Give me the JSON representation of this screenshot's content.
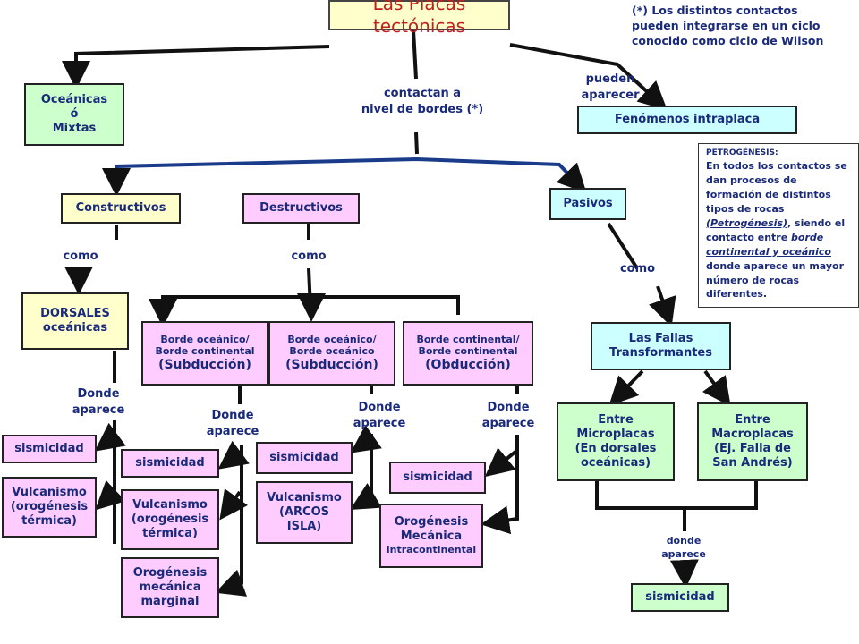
{
  "title": "Las Placas tectónicas",
  "note": [
    "(*) Los distintos contactos",
    "pueden integrarse en un ciclo",
    "conocido como ciclo de Wilson"
  ],
  "labels": {
    "contactan": [
      "contactan a",
      "nivel de bordes (*)"
    ],
    "pueden": "pueden aparecer",
    "como": "como",
    "donde_aparece": [
      "Donde",
      "aparece"
    ],
    "donde_aparece_lower": [
      "donde",
      "aparece"
    ]
  },
  "boxes": {
    "oceanicas": [
      "Oceánicas",
      "ó",
      "Mixtas"
    ],
    "intraplaca": "Fenómenos intraplaca",
    "constructivos": "Constructivos",
    "destructivos": "Destructivos",
    "pasivos": "Pasivos",
    "dorsales": [
      "DORSALES",
      "oceánicas"
    ],
    "subduccion1": [
      "Borde oceánico/",
      "Borde continental",
      "(Subducción)"
    ],
    "subduccion2": [
      "Borde oceánico/",
      "Borde oceánico",
      "(Subducción)"
    ],
    "obduccion": [
      "Borde continental/",
      "Borde continental",
      "(Obducción)"
    ],
    "fallas": [
      "Las Fallas",
      "Transformantes"
    ],
    "microplacas": [
      "Entre",
      "Microplacas",
      "(En dorsales",
      "oceánicas)"
    ],
    "macroplacas": [
      "Entre",
      "Macroplacas",
      "(Ej. Falla de",
      "San Andrés)"
    ],
    "sismicidad": "sismicidad",
    "vulcanismo_termica_left": [
      "Vulcanismo",
      "(orogénesis",
      "térmica)"
    ],
    "vulcanismo_termica": [
      "Vulcanismo",
      "(orogénesis",
      "térmica)"
    ],
    "orogenesis_marginal": [
      "Orogénesis",
      "mecánica",
      "marginal"
    ],
    "vulcanismo_arcos": [
      "Vulcanismo",
      "(ARCOS",
      "ISLA)"
    ],
    "orogenesis_intra": [
      "Orogénesis",
      "Mecánica",
      "intracontinental"
    ]
  },
  "petrogenesis": {
    "heading": "PETROGÉNESIS:",
    "text_1": "En todos los contactos se dan procesos de formación de distintos tipos de rocas",
    "text_2": "(Petrogénesis)",
    "text_3": ", siendo el contacto entre",
    "text_4": "borde continental y oceánico",
    "text_5": "donde aparece un mayor número de rocas diferentes."
  },
  "colors": {
    "yellow": "#ffffcc",
    "green": "#ccffcc",
    "pink": "#ffccff",
    "cyan": "#ccffff",
    "text": "#1a2a7a",
    "blue_line": "#1a3a8a"
  }
}
